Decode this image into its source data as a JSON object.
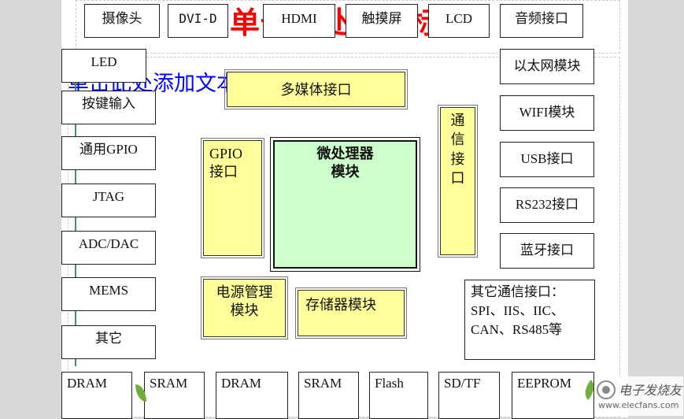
{
  "slide": {
    "title_placeholder": "单击此处添加标题",
    "text_placeholder": "单击此处添加文本"
  },
  "top_interfaces": [
    "摄像头",
    "DVI-D",
    "HDMI",
    "触摸屏",
    "LCD",
    "音频接口"
  ],
  "left_interfaces": [
    "LED",
    "按键输入",
    "通用GPIO",
    "JTAG",
    "ADC/DAC",
    "MEMS",
    "其它"
  ],
  "right_interfaces": [
    "以太网模块",
    "WIFI模块",
    "USB接口",
    "RS232接口",
    "蓝牙接口"
  ],
  "other_comm": {
    "line1": "其它通信接口：",
    "line2": "SPI、IIS、IIC、",
    "line3": "CAN、RS485等"
  },
  "core": {
    "multimedia": "多媒体接口",
    "gpio_line1": "GPIO",
    "gpio_line2": "接口",
    "cpu_line1": "微处理器",
    "cpu_line2": "模块",
    "comm_chars": [
      "通",
      "信",
      "接",
      "口"
    ],
    "power_line1": "电源管理",
    "power_line2": "模块",
    "storage": "存储器模块"
  },
  "memory_row": [
    "DRAM",
    "SRAM",
    "DRAM",
    "SRAM",
    "Flash",
    "SD/TF",
    "EEPROM"
  ],
  "watermark": {
    "name": "电子发烧友",
    "url": "www.elecfans.com"
  },
  "colors": {
    "yellow_fill": "#ffff99",
    "cpu_fill": "#ccffcc",
    "placeholder_title": "#ff0000",
    "placeholder_text": "#0000ff",
    "connector": "#3f8f6f"
  }
}
